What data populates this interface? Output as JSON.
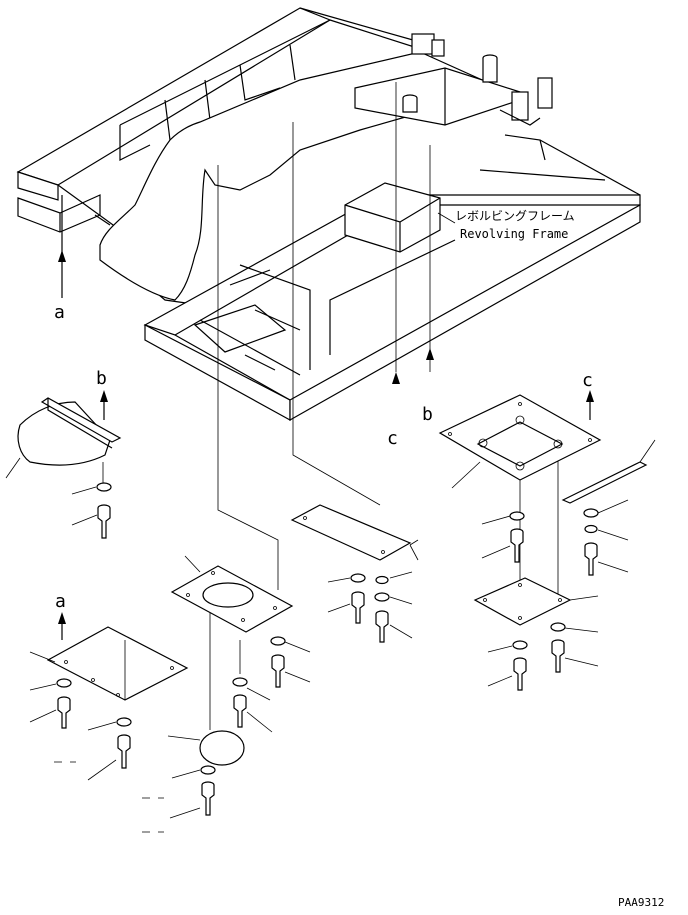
{
  "frame": {
    "label_jp": "レボルビングフレーム",
    "label_en": "Revolving Frame"
  },
  "callouts": {
    "a_top": "a",
    "a_bottom": "a",
    "b_top": "b",
    "b_left": "b",
    "c_top": "c",
    "c_right": "c"
  },
  "drawing_code": "PAA9312"
}
